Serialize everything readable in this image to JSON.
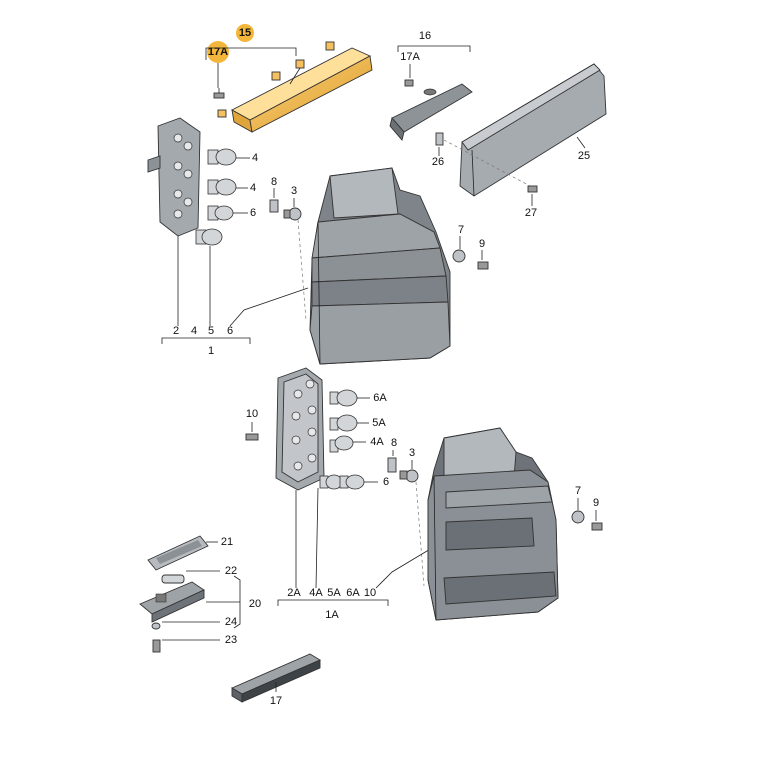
{
  "colors": {
    "highlight": "#F4B63A",
    "highlight_dark": "#D08F1A",
    "lens_light": "#B9BEC3",
    "lens_mid": "#8A9096",
    "lens_dark": "#5E6368",
    "housing": "#9EA3A8",
    "plate": "#A4A9AE",
    "bulb": "#D3D6D9"
  },
  "labels": {
    "l15": "15",
    "l17a_top": "17A",
    "l16": "16",
    "l17a_right": "17A",
    "l25": "25",
    "l26": "26",
    "l27": "27",
    "l4a": "4",
    "l4b": "4",
    "l6": "6",
    "l8": "8",
    "l3": "3",
    "l7": "7",
    "l9": "9",
    "l1_2": "2",
    "l1_4": "4",
    "l1_5": "5",
    "l1_6": "6",
    "l1": "1",
    "l6a": "6A",
    "l5a": "5A",
    "l4a2": "4A",
    "l10": "10",
    "l8b": "8",
    "l3b": "3",
    "l6b": "6",
    "l7b": "7",
    "l9b": "9",
    "l2a": "2A",
    "l4ab": "4A",
    "l5ab": "5A",
    "l6ab": "6A",
    "l10b": "10",
    "l1a": "1A",
    "l21": "21",
    "l22": "22",
    "l20": "20",
    "l24": "24",
    "l23": "23",
    "l17": "17"
  }
}
